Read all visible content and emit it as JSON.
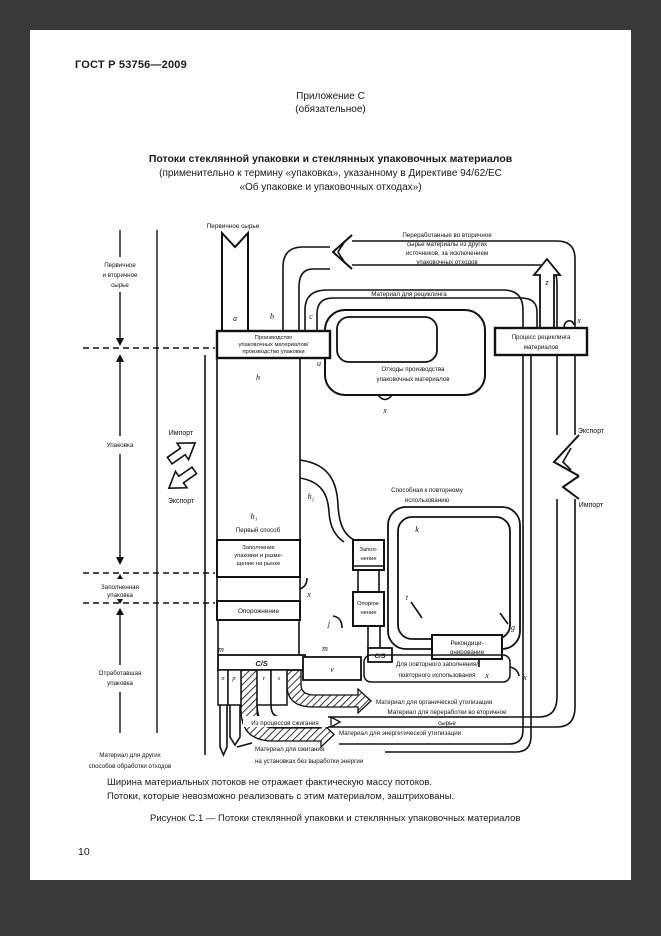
{
  "page": {
    "standard_number": "ГОСТ Р 53756—2009",
    "appendix_title": "Приложение С",
    "appendix_subtitle": "(обязательное)",
    "title_l1": "Потоки стеклянной упаковки и стеклянных упаковочных материалов",
    "title_l2": "(применительно к термину «упаковка», указанному в Директиве 94/62/ЕС",
    "title_l3": "«Об упаковке и упаковочных отходах»)",
    "note1": "Ширина материальных потоков не отражает фактическую массу потоков.",
    "note2": "Потоки, которые невозможно реализовать с этим материалом, заштрихованы.",
    "caption": "Рисунок  С.1 — Потоки стеклянной упаковки и стеклянных упаковочных материалов",
    "page_number": "10"
  },
  "diagram": {
    "legend": {
      "primary_l1": "Первичное",
      "primary_l2": "и вторичное",
      "primary_l3": "сырье",
      "packaging": "Упаковка",
      "filled_l1": "Заполненная",
      "filled_l2": "упаковка",
      "spent_l1": "Отработавшая",
      "spent_l2": "упаковка"
    },
    "flows": {
      "primary_raw": "Первичное сырье",
      "recycled_src_l1": "Переработанные во вторичное",
      "recycled_src_l2": "сырье материалы из других",
      "recycled_src_l3": "источников, за исключением",
      "recycled_src_l4": "упаковочных отходов",
      "recycling_material": "Материал для рециклинга",
      "import_left": "Импорт",
      "export_left": "Экспорт",
      "export_right": "Экспорт",
      "import_right": "Импорт",
      "production_waste_l1": "Отходы производства",
      "production_waste_l2": "упаковочных материалов",
      "reusable_l1": "Способная к повторному",
      "reusable_l2": "использованию",
      "first_way": "Первый способ",
      "refill_l1": "Для повторного заполнения/",
      "refill_l2": "повторного использования",
      "organic": "Материал для органической утилизации",
      "secondary_l1": "Материал для переработки во вторичное",
      "secondary_l2": "сырье",
      "from_incineration": "Из процессов сжигания",
      "energy": "Материал для энергетической утилизации",
      "incineration_l1": "Материал для сжигания",
      "incineration_l2": "на установках без выработки энергии",
      "other_l1": "Материал для других",
      "other_l2": "способов обработки отходов"
    },
    "boxes": {
      "production_l1": "Производство",
      "production_l2": "упаковочных материалов/",
      "production_l3": "производство упаковки",
      "recycling_l1": "Процесс рециклинга",
      "recycling_l2": "материалов",
      "fill_market_l1": "Заполнение",
      "fill_market_l2": "упаковки и разме-",
      "fill_market_l3": "щение на рынке",
      "filling_l1": "Запол-",
      "filling_l2": "нение",
      "emptying": "Опорожнение",
      "emptying2_l1": "Опорож-",
      "emptying2_l2": "нение",
      "recondition_l1": "Рекондици-",
      "recondition_l2": "онирование",
      "cs": "C/S"
    },
    "letters": {
      "a": "a",
      "b": "b",
      "c": "c",
      "u": "u",
      "x": "x",
      "h": "h",
      "h1": "h₁",
      "h2": "h₂",
      "z": "z",
      "k": "k",
      "t": "t",
      "j": "j",
      "m": "m",
      "g": "g",
      "v": "v",
      "n": "n",
      "p": "p",
      "r": "r",
      "s": "s"
    }
  },
  "colors": {
    "frame": "#3a3a3a",
    "paper": "#ffffff",
    "ink": "#111111"
  }
}
